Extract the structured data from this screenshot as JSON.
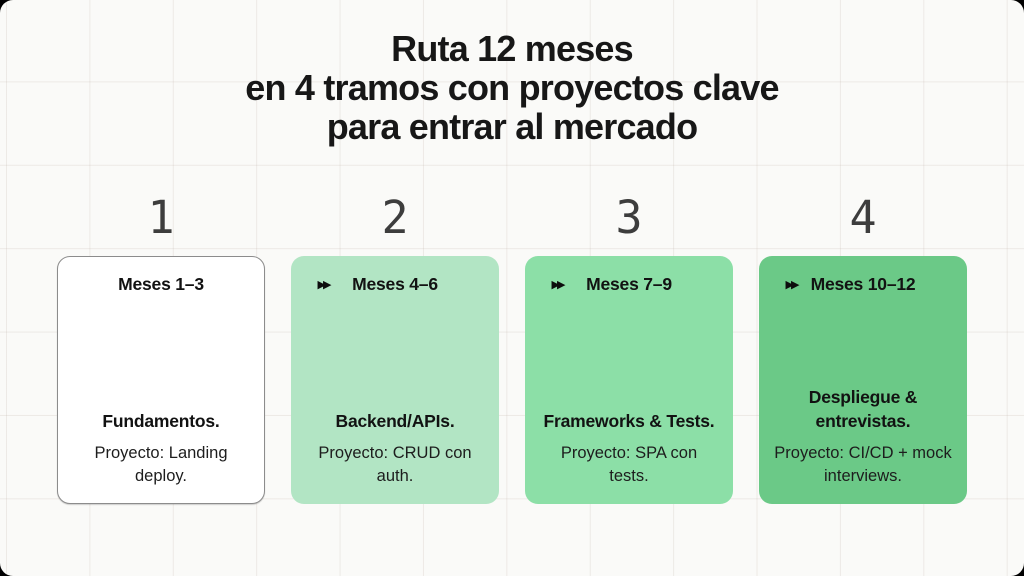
{
  "header": {
    "lines": [
      "Ruta 12 meses",
      "en 4 tramos con proyectos clave",
      "para entrar al mercado"
    ]
  },
  "icons": {
    "fast_forward": "▶▶"
  },
  "colors": {
    "background": "#fafaf8",
    "grid_line": "#f1efed",
    "title_text": "#171717",
    "step_number_text": "#3d3d3d",
    "card_text": "#121212"
  },
  "cards": [
    {
      "number": "1",
      "months": "Meses 1–3",
      "title": "Fundamentos.",
      "project": "Proyecto: Landing deploy.",
      "bg": "#ffffff",
      "border": "#8c8c8c"
    },
    {
      "number": "2",
      "months": "Meses 4–6",
      "title": "Backend/APIs.",
      "project": "Proyecto: CRUD con auth.",
      "bg": "#b2e5c4",
      "border": ""
    },
    {
      "number": "3",
      "months": "Meses 7–9",
      "title": "Frameworks & Tests.",
      "project": "Proyecto: SPA con tests.",
      "bg": "#8cdfa7",
      "border": ""
    },
    {
      "number": "4",
      "months": "Meses 10–12",
      "title": "Despliegue & entrevistas.",
      "project": "Proyecto: CI/CD + mock interviews.",
      "bg": "#6bc987",
      "border": ""
    }
  ]
}
